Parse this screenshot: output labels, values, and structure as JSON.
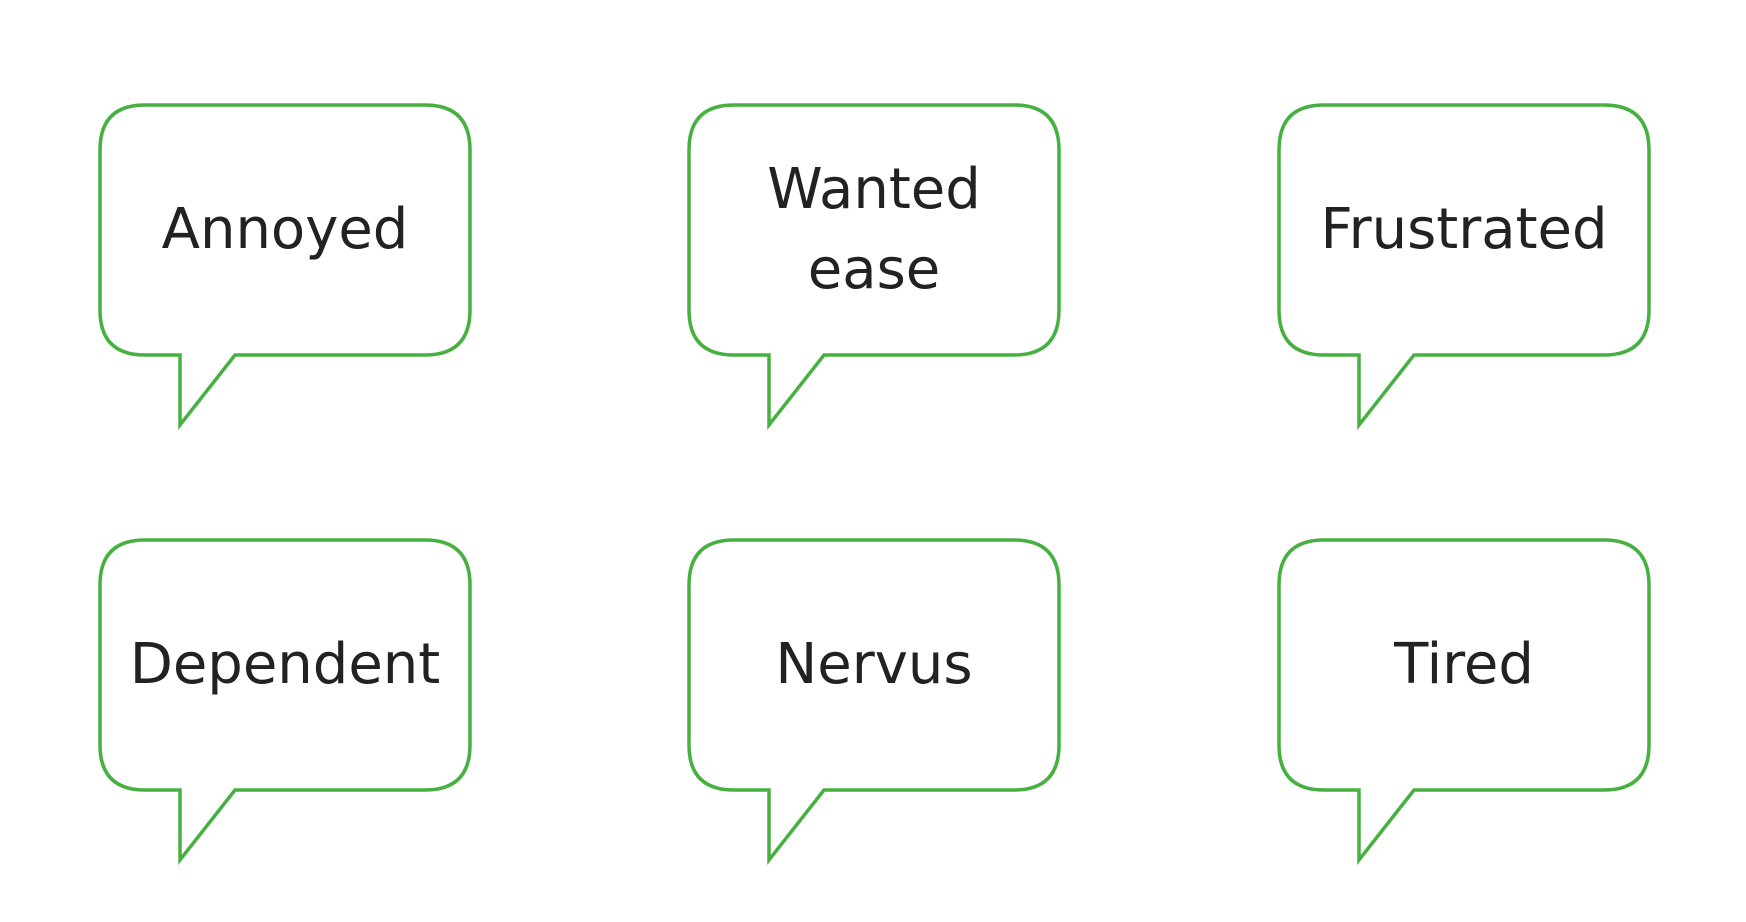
{
  "bubbles": [
    {
      "label": "Annoyed"
    },
    {
      "label": "Wanted ease"
    },
    {
      "label": "Frustrated"
    },
    {
      "label": "Dependent"
    },
    {
      "label": "Nervus"
    },
    {
      "label": "Tired"
    }
  ],
  "colors": {
    "outline": "#46b040",
    "text": "#222222",
    "background": "#ffffff"
  }
}
